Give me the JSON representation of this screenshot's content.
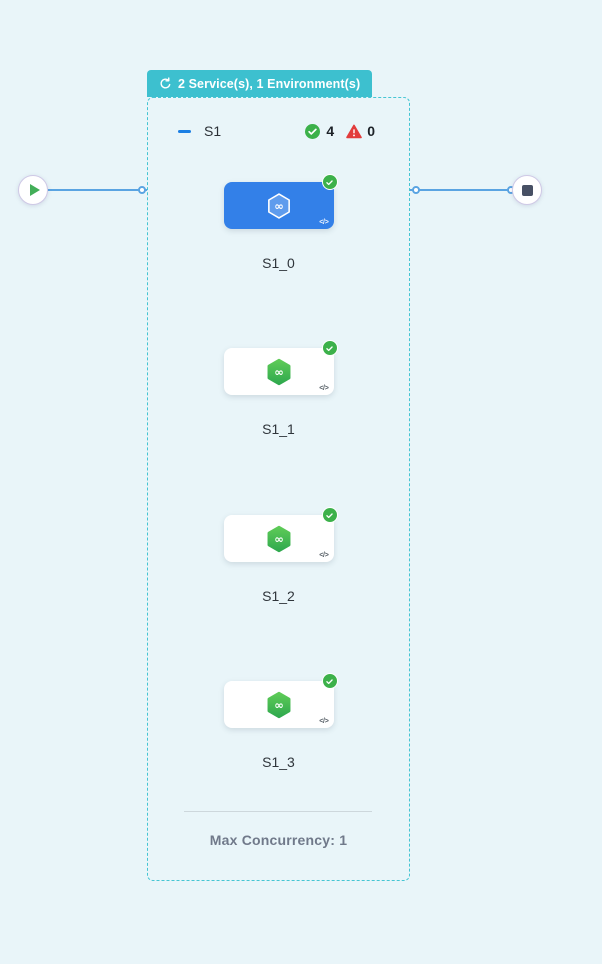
{
  "group_badge": {
    "label": "2 Service(s), 1 Environment(s)"
  },
  "stage": {
    "name": "S1",
    "success_count": "4",
    "failure_count": "0",
    "code_badge": "</>",
    "footer": "Max Concurrency: 1",
    "steps": [
      {
        "label": "S1_0",
        "selected": true,
        "status": "success"
      },
      {
        "label": "S1_1",
        "selected": false,
        "status": "success"
      },
      {
        "label": "S1_2",
        "selected": false,
        "status": "success"
      },
      {
        "label": "S1_3",
        "selected": false,
        "status": "success"
      }
    ]
  },
  "icons": {
    "infinity_glyph": "∞",
    "loop": "loop-icon",
    "play": "play-icon",
    "stop": "stop-icon",
    "success": "check-circle-icon",
    "warning": "warning-triangle-icon",
    "code": "code-icon"
  },
  "colors": {
    "background": "#e9f5f9",
    "accent_teal": "#3dc0cf",
    "selected_blue": "#3380e8",
    "service_green": "#3fb352",
    "success_green": "#3cb14a",
    "error_red": "#e23c3c",
    "edge_blue": "#5aa4e2"
  }
}
